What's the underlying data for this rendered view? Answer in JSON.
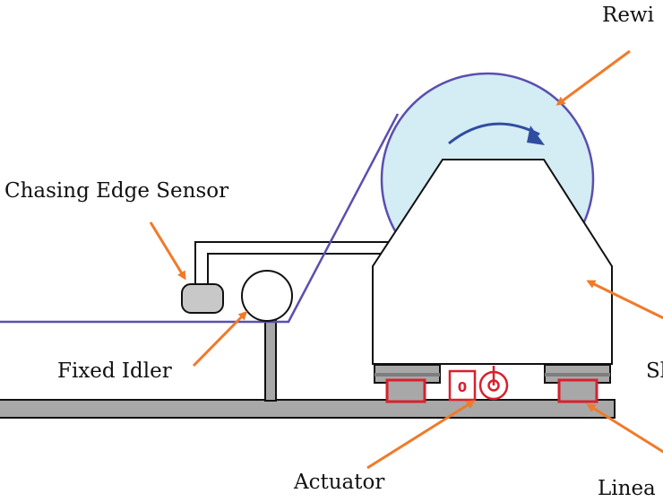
{
  "labels": {
    "rewind": "Rewi",
    "chasing_edge_sensor": "Chasing Edge Sensor",
    "fixed_idler": "Fixed Idler",
    "slide": "Sl",
    "actuator": "Actuator",
    "linear": "Linea"
  },
  "actuator_box_text": "0",
  "colors": {
    "web": "#5a4fb0",
    "roll_fill": "#d4ecf3",
    "rotation_arrow": "#2f4da0",
    "callout_arrow": "#f07a2a",
    "actuator": "#d9202c",
    "bearing_fill": "#a8a8a8",
    "base_rail": "#a8a8a8",
    "outline": "#111111"
  },
  "icons": {
    "rotation": "clockwise-arrow-icon"
  }
}
